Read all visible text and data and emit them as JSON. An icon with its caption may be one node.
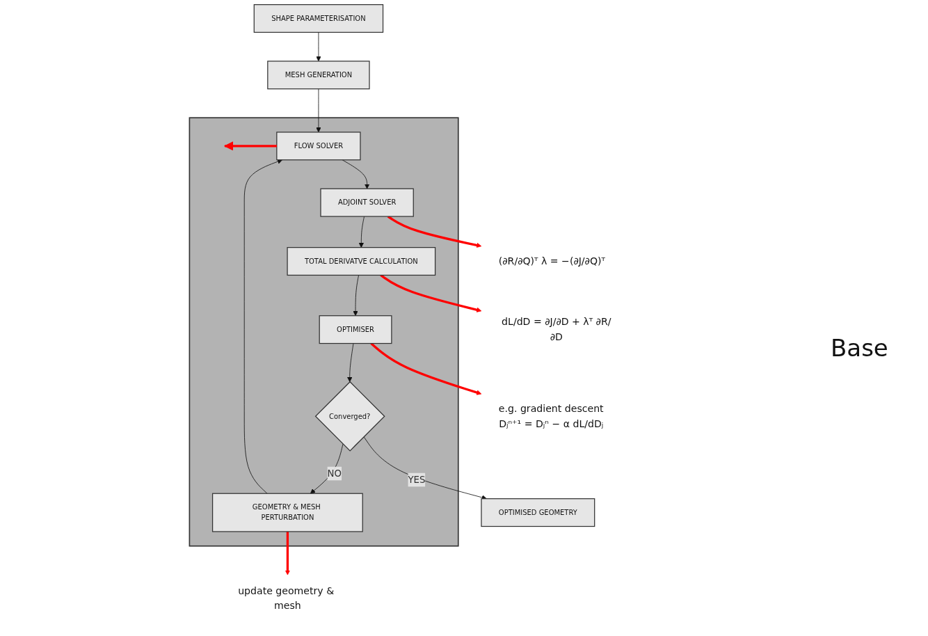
{
  "diagram": {
    "nodes": [
      {
        "text": [
          "SHAPE PARAMETERISATION"
        ]
      },
      {
        "text": [
          "MESH GENERATION"
        ]
      },
      {
        "text": [],
        "shape": "box"
      },
      {
        "text": [
          "FLOW SOLVER"
        ],
        "in": 2
      },
      {
        "text": [
          "GEOMETRY & MESH PERTURBATION"
        ],
        "in": 2
      },
      {
        "text": [
          "ADJOINT SOLVER"
        ],
        "in": 2
      },
      {
        "text": [
          "Converged?"
        ],
        "in": 2
      },
      {
        "text": [
          "OPTIMISED GEOMETRY"
        ]
      },
      {
        "text": [
          "TOTAL DERIVATVE CALCULATION"
        ],
        "in": 2
      },
      {
        "text": [
          "OPTIMISER"
        ],
        "in": 2
      },
      {
        "text": [
          "update geometry & mesh"
        ]
      },
      {
        "text": [
          "(∂R/∂Q)ᵀ λ = −(∂J/∂Q)ᵀ"
        ]
      },
      {
        "text": [
          "dL/dD = ∂J/∂D + λᵀ ∂R/∂D"
        ]
      },
      {
        "text": [
          "e.g. gradient descent",
          "Dⱼⁿ⁺¹ = Dⱼⁿ − α dL/dDⱼ"
        ]
      }
    ],
    "edges": [
      {
        "from": 0,
        "to": 1,
        "arrow": "to"
      },
      {
        "from": 1,
        "to": 3,
        "arrow": "to"
      },
      {
        "from": 4,
        "to": 3,
        "arrow": "to"
      },
      {
        "from": 3,
        "to": 5,
        "arrow": "to"
      },
      {
        "from": 5,
        "to": 8,
        "arrow": "to"
      },
      {
        "from": 8,
        "to": 9,
        "arrow": "to"
      },
      {
        "from": 9,
        "to": 6,
        "arrow": "to"
      },
      {
        "from": 6,
        "to": 4,
        "arrow": "to",
        "label": "NO"
      },
      {
        "from": 6,
        "to": 7,
        "arrow": "to",
        "label": "YES"
      },
      {
        "from": 3,
        "to": null,
        "arrow": "to",
        "style": "thick",
        "color": "#ff0000"
      },
      {
        "from": 4,
        "to": 10,
        "arrow": "to",
        "style": "thick",
        "color": "#ff0000"
      },
      {
        "from": 5,
        "to": 11,
        "arrow": "to",
        "style": "thick",
        "color": "#ff0000"
      },
      {
        "from": 8,
        "to": 12,
        "arrow": "to",
        "style": "thick",
        "color": "#ff0000"
      },
      {
        "from": 9,
        "to": 13,
        "arrow": "to",
        "style": "thick",
        "color": "#ff0000"
      }
    ],
    "labels": [
      "Base"
    ]
  }
}
